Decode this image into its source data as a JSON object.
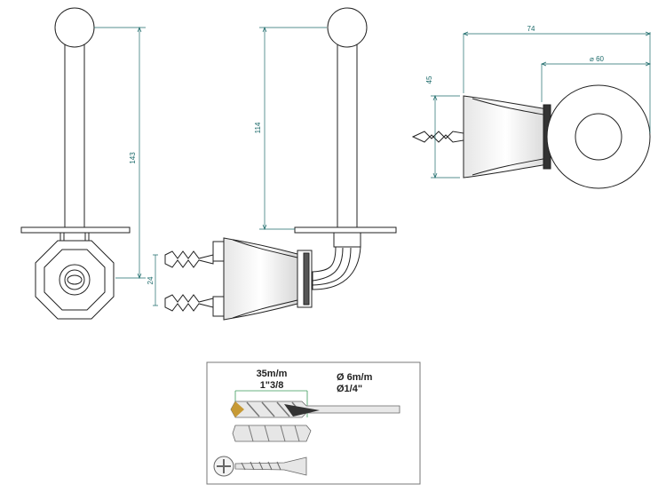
{
  "dimensions": {
    "total_height": "143",
    "mount_spacing": "24",
    "bar_height": "114",
    "depth": "74",
    "base_diameter": "⌀ 60",
    "base_height": "45"
  },
  "install_box": {
    "drill_depth_mm": "35m/m",
    "drill_depth_in": "1\"3/8",
    "drill_diameter_mm": "Ø 6m/m",
    "drill_diameter_in": "Ø1/4\""
  },
  "colors": {
    "dimension": "#1d6b6b",
    "outline": "#222222",
    "box_border": "#777777"
  }
}
